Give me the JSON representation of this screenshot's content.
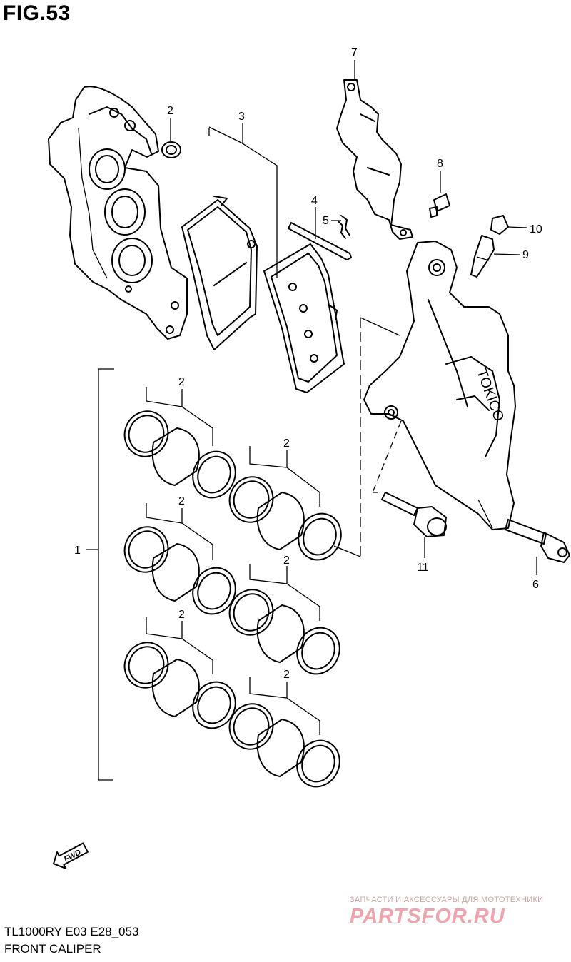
{
  "figure": {
    "title": "FIG.53"
  },
  "callouts": {
    "housing_seal": "2",
    "pad_set": "3",
    "pin": "4",
    "spring": "5",
    "bracket": "7",
    "screw": "8",
    "cap": "10",
    "bleeder": "9",
    "caliper_assy": "1",
    "piston_1": "2",
    "piston_2": "2",
    "piston_3": "2",
    "piston_4": "2",
    "piston_5": "2",
    "piston_6": "2",
    "bolt_11": "11",
    "bolt_6": "6"
  },
  "badge": {
    "fwd": "FWD"
  },
  "footer": {
    "model": "TL1000RY E03 E28_053",
    "caption": "FRONT CALIPER"
  },
  "watermark": {
    "line1": "ЗАПЧАСТИ И АКСЕССУАРЫ ДЛЯ МОТОТЕХНИКИ",
    "logo": "PARTSFOR.RU"
  }
}
